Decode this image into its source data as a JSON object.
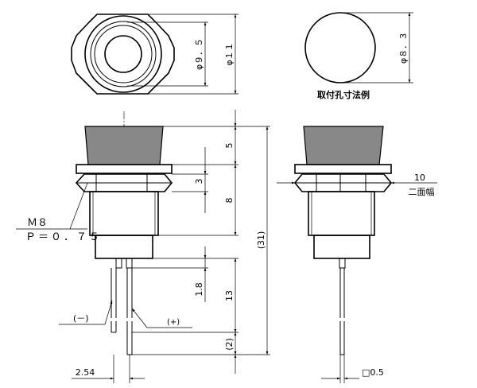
{
  "top_view": {
    "dim_inner": "φ９．５",
    "dim_outer": "φ１１"
  },
  "mounting_hole": {
    "dim_diameter": "φ８．３",
    "title": "取付孔寸法例"
  },
  "front_view": {
    "thread_name": "Ｍ８",
    "thread_pitch": "Ｐ＝０．７５",
    "dim_cap_height": "5",
    "dim_nut_height": "3",
    "dim_thread_length": "8",
    "dim_overall": "(31)",
    "dim_lead_step": "1.8",
    "dim_lead_length": "13",
    "dim_lead_end": "(2)",
    "terminal_minus": "(－)",
    "terminal_plus": "(+)",
    "dim_pitch": "2.54"
  },
  "side_view": {
    "dim_across_flats": "10",
    "label_across_flats": "二面幅",
    "dim_lead_section": "□0.5"
  }
}
